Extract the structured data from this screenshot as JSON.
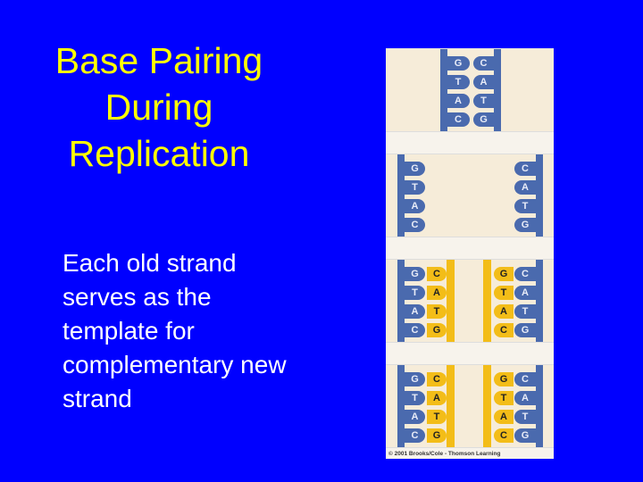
{
  "title": "Base Pairing During Replication",
  "body": "Each old strand serves as the template for complementary new strand",
  "figure": {
    "caption": "© 2001 Brooks/Cole - Thomson Learning",
    "colors": {
      "old_strand": "#4a6aae",
      "new_strand": "#f3bd18",
      "background": "#f6ecd9"
    },
    "panels": [
      {
        "name": "parent-double-helix",
        "left_old": [
          "G",
          "T",
          "A",
          "C"
        ],
        "right_old": [
          "C",
          "A",
          "T",
          "G"
        ]
      },
      {
        "name": "strands-separated",
        "left_old": [
          "G",
          "T",
          "A",
          "C"
        ],
        "right_old": [
          "C",
          "A",
          "T",
          "G"
        ]
      },
      {
        "name": "new-bases-pairing",
        "left_old": [
          "G",
          "T",
          "A",
          "C"
        ],
        "left_new": [
          "C",
          "A",
          "T",
          "G"
        ],
        "right_new": [
          "G",
          "T",
          "A",
          "C"
        ],
        "right_old": [
          "C",
          "A",
          "T",
          "G"
        ]
      },
      {
        "name": "two-daughter-molecules",
        "left_old": [
          "G",
          "T",
          "A",
          "C"
        ],
        "left_new": [
          "C",
          "A",
          "T",
          "G"
        ],
        "right_new": [
          "G",
          "T",
          "A",
          "C"
        ],
        "right_old": [
          "C",
          "A",
          "T",
          "G"
        ]
      }
    ]
  }
}
